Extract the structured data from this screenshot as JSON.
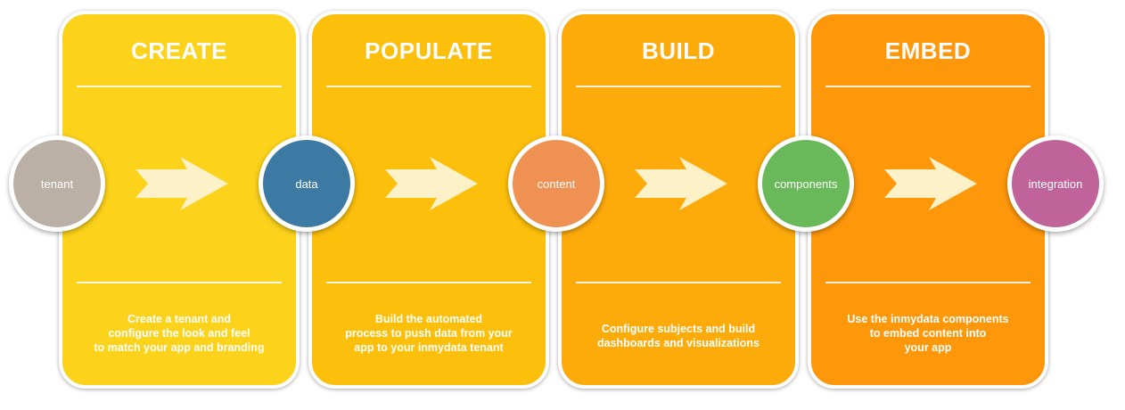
{
  "colors": {
    "create": "#fcd21a",
    "populate": "#fcbf0b",
    "build": "#fdaa0b",
    "embed": "#fe970a",
    "arrow": "#fdf1c7"
  },
  "panels": [
    {
      "title": "CREATE",
      "description": [
        "Create a tenant and",
        "configure the look and feel",
        "to match your app and branding"
      ]
    },
    {
      "title": "POPULATE",
      "description": [
        "Build the automated",
        "process to push data from your",
        "app to your inmydata tenant"
      ]
    },
    {
      "title": "BUILD",
      "description": [
        "Configure subjects and build",
        "dashboards and visualizations"
      ]
    },
    {
      "title": "EMBED",
      "description": [
        "Use the inmydata components",
        "to embed content into",
        "your app"
      ]
    }
  ],
  "nodes": [
    {
      "label": "tenant",
      "color": "#bbb0a5"
    },
    {
      "label": "data",
      "color": "#3c7aa4"
    },
    {
      "label": "content",
      "color": "#ee9152"
    },
    {
      "label": "components",
      "color": "#69b95a"
    },
    {
      "label": "integration",
      "color": "#c0639a"
    }
  ]
}
